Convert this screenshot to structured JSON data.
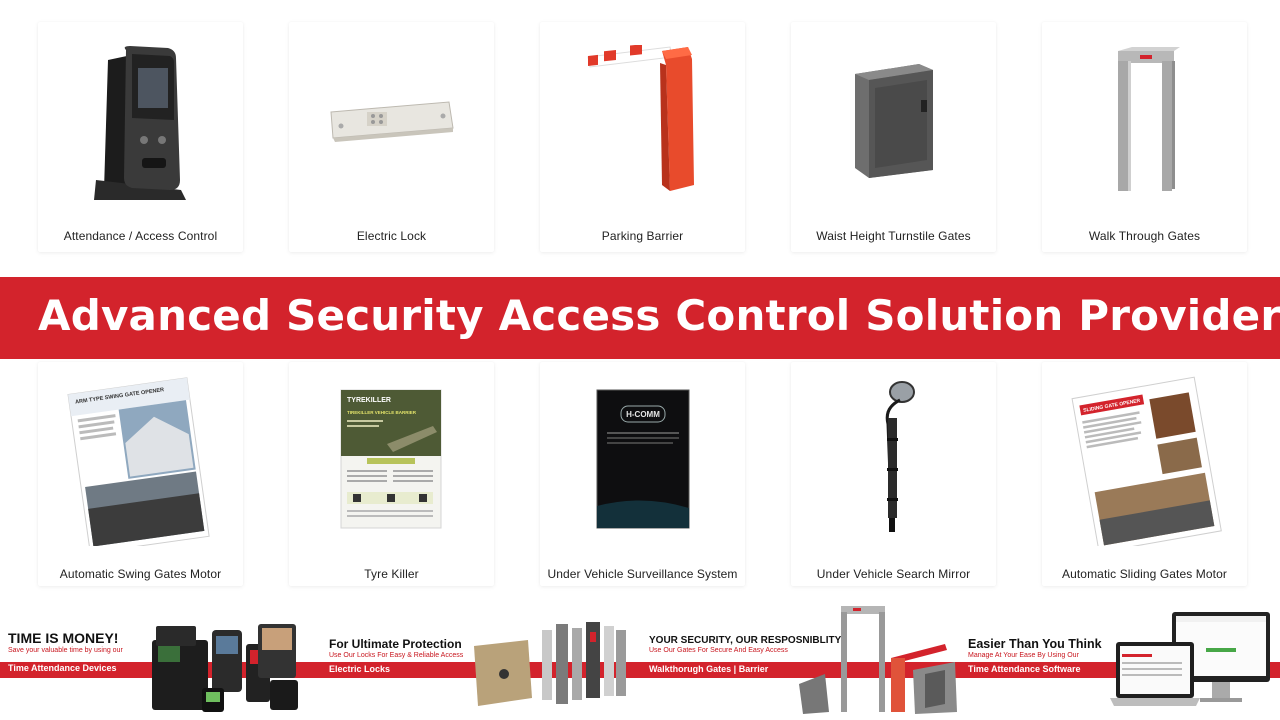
{
  "products_top": [
    {
      "label": "Attendance / Access Control",
      "icon": "biometric-terminal-icon"
    },
    {
      "label": "Electric Lock",
      "icon": "electric-lock-icon"
    },
    {
      "label": "Parking Barrier",
      "icon": "parking-barrier-icon"
    },
    {
      "label": "Waist Height Turnstile Gates",
      "icon": "turnstile-icon"
    },
    {
      "label": "Walk Through Gates",
      "icon": "walkthrough-gate-icon"
    }
  ],
  "banner": {
    "title": "Advanced Security Access Control Solution Provider"
  },
  "products_bottom": [
    {
      "label": "Automatic Swing Gates Motor",
      "icon": "swing-gate-brochure-icon",
      "brochure_title": "ARM TYPE SWING GATE OPENER"
    },
    {
      "label": "Tyre Killer",
      "icon": "tyre-killer-brochure-icon",
      "brochure_brand": "TYREKILLER",
      "brochure_title": "TIREKILLER VEHICLE BARRIER"
    },
    {
      "label": "Under Vehicle Surveillance System",
      "icon": "uvss-brochure-icon",
      "brochure_brand": "H-COMM"
    },
    {
      "label": "Under Vehicle Search Mirror",
      "icon": "search-mirror-icon"
    },
    {
      "label": "Automatic Sliding Gates Motor",
      "icon": "sliding-gate-brochure-icon",
      "brochure_title": "SLIDING GATE OPENER"
    }
  ],
  "promos": [
    {
      "headline": "TIME IS MONEY!",
      "sub": "Save your valuable time by using our",
      "tag": "Time Attendance Devices"
    },
    {
      "headline": "For Ultimate Protection",
      "sub": "Use Our Locks For Easy & Reliable Access",
      "tag": "Electric Locks"
    },
    {
      "headline": "YOUR SECURITY, OUR RESPOSNIBLITY!",
      "sub": "Use Our Gates For Secure And Easy Access",
      "tag": "Walkthorugh Gates | Barrier"
    },
    {
      "headline": "Easier Than You Think",
      "sub": "Manage At Your Ease By Using Our",
      "tag": "Time Attendance Software"
    }
  ],
  "colors": {
    "brand_red": "#d3232c",
    "white": "#ffffff",
    "text": "#222222"
  }
}
